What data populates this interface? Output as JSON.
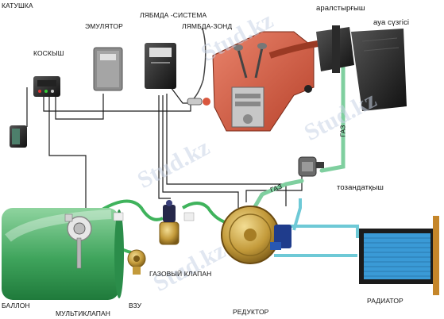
{
  "labels": {
    "katushka": "КАТУШКА",
    "emulator": "ЭМУЛЯТОР",
    "lambda_system": "ЛЯБМДА -СИСТЕМА",
    "lambda_probe": "ЛЯМБДА-ЗОНД",
    "koskysh": "КОСКЫШ",
    "mixer": "аралстырғыш",
    "air_filter": "ауа сүзгісі",
    "gas_upper": "ГАЗ",
    "gas_lower": "ГАЗ",
    "doser": "тозандатқыш",
    "ballon": "БАЛЛОН",
    "multivalve": "МУЛЬТИКЛАПАН",
    "vzu": "ВЗУ",
    "gas_valve": "ГАЗОВЫЙ КЛАПАН",
    "reducer": "РЕДУКТОР",
    "radiator": "РАДИАТОР"
  },
  "watermark": "Stud.kz",
  "colors": {
    "tank": "#3fa45c",
    "hose": "#7fcf9f",
    "water_line": "#6ec9d6",
    "brass": "#c39a3a",
    "engine_red": "#d9573e",
    "wire": "#222222"
  }
}
